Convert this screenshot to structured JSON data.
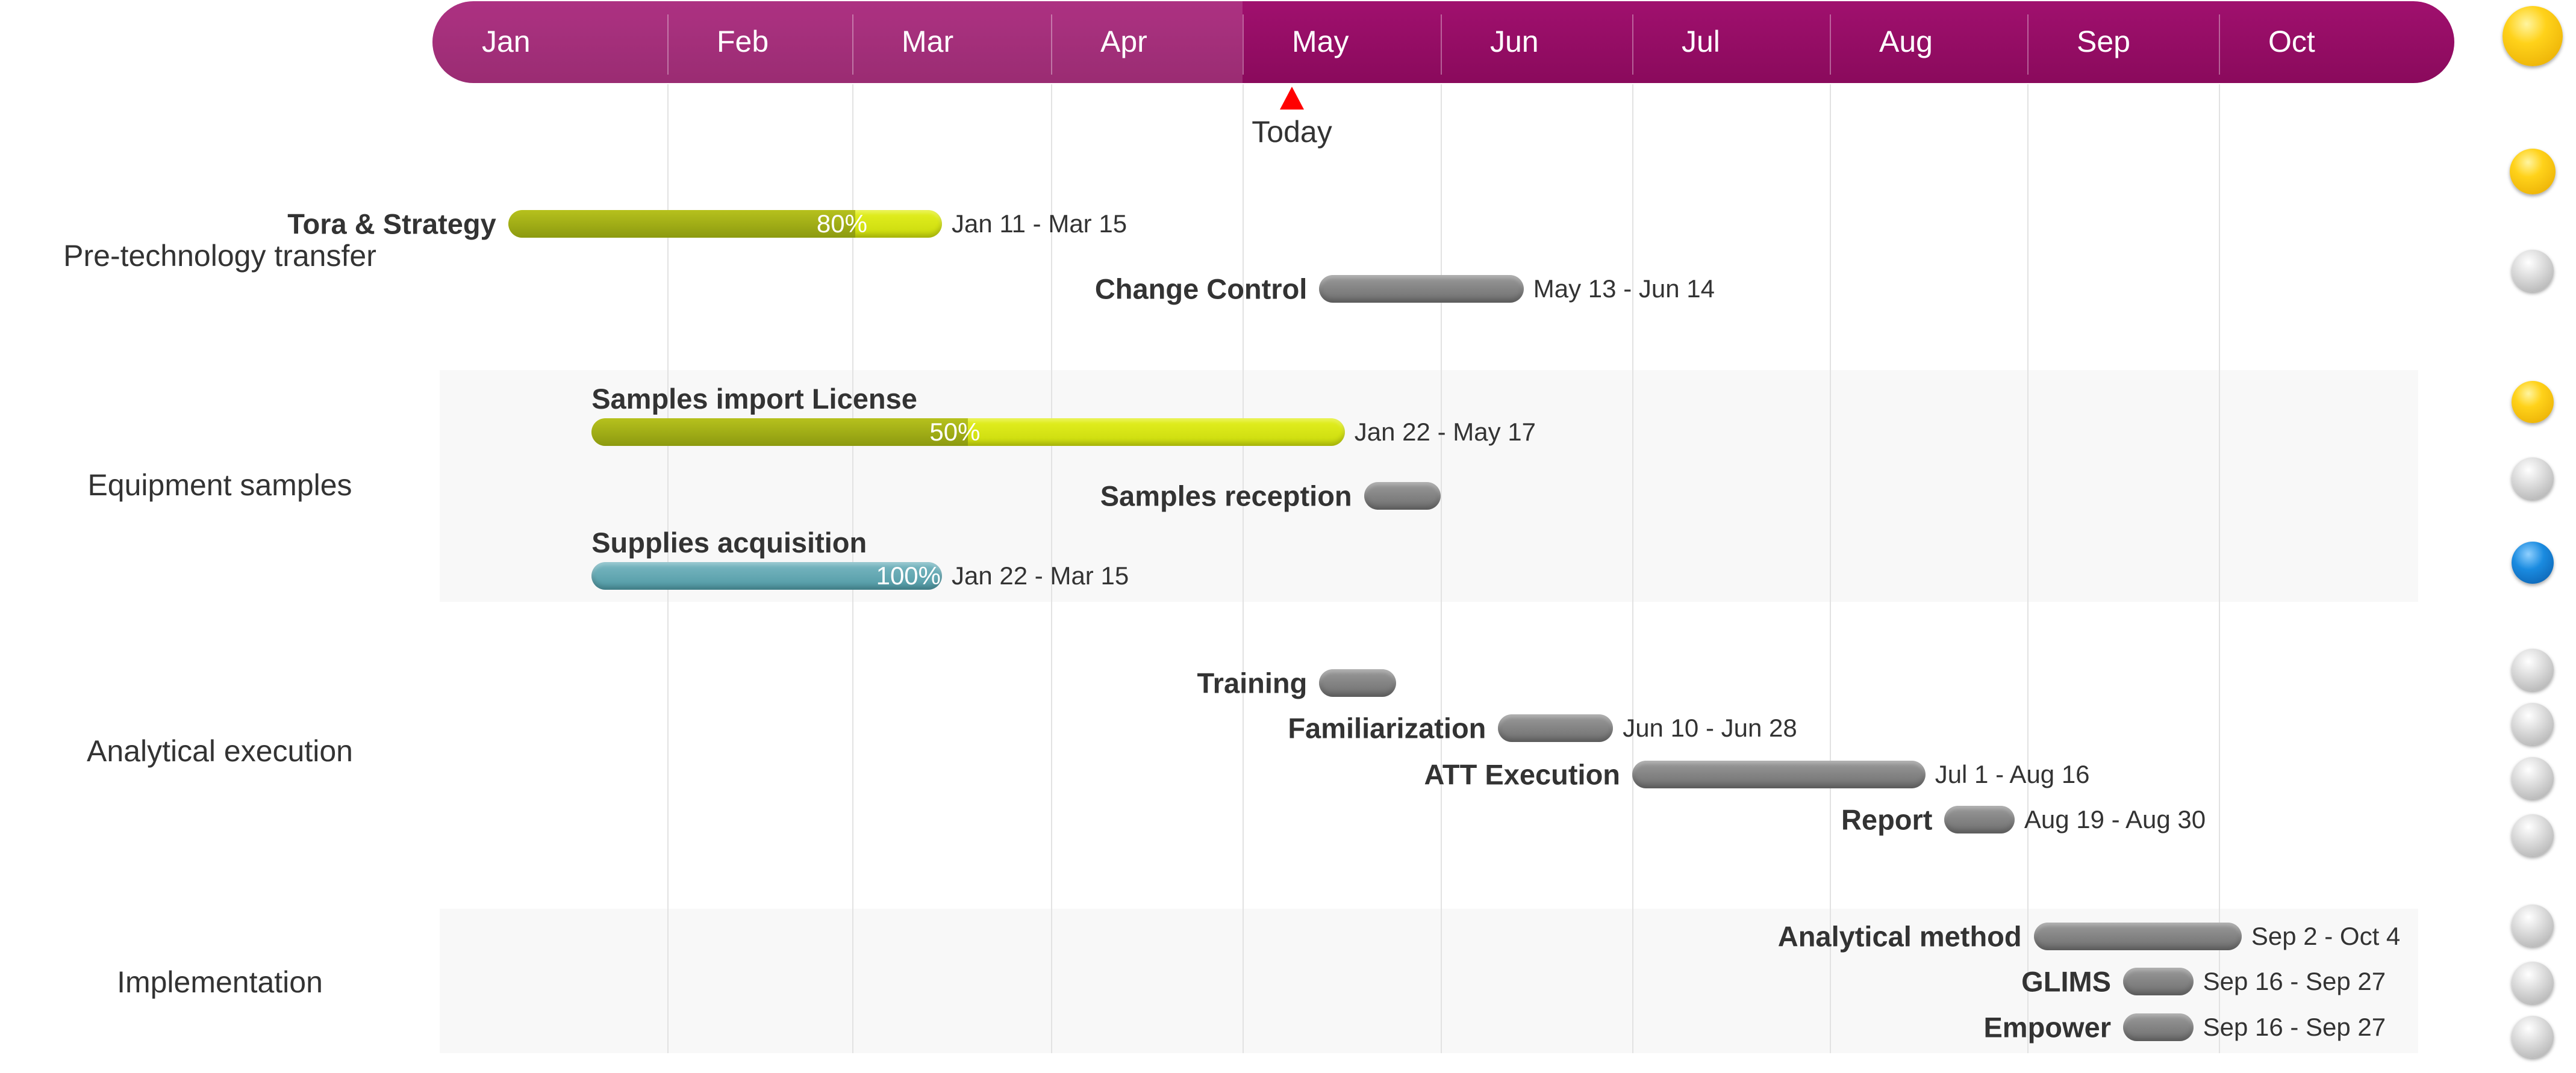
{
  "chart_data": {
    "type": "gantt",
    "months": [
      "Jan",
      "Feb",
      "Mar",
      "Apr",
      "May",
      "Jun",
      "Jul",
      "Aug",
      "Sep",
      "Oct"
    ],
    "today_label": "Today",
    "today_date": "May 1",
    "swimlanes": [
      {
        "name": "Pre-technology transfer",
        "shaded": false
      },
      {
        "name": "Equipment samples",
        "shaded": true
      },
      {
        "name": "Analytical execution",
        "shaded": false
      },
      {
        "name": "Implementation",
        "shaded": true
      }
    ],
    "tasks": [
      {
        "name": "Tora & Strategy",
        "lane": 0,
        "start": "Jan 11",
        "end": "Mar 15",
        "percent_label": "80%",
        "percent_complete": 80,
        "dates_label": "Jan 11 - Mar 15",
        "style": "green",
        "label_position": "left",
        "status": "yellow"
      },
      {
        "name": "Change Control",
        "lane": 0,
        "start": "May 13",
        "end": "Jun 14",
        "percent_label": "",
        "percent_complete": 0,
        "dates_label": "May 13 - Jun 14",
        "style": "grey",
        "label_position": "left",
        "status": "grey"
      },
      {
        "name": "Samples import License",
        "lane": 1,
        "start": "Jan 22",
        "end": "May 17",
        "percent_label": "50%",
        "percent_complete": 50,
        "dates_label": "Jan 22 - May 17",
        "style": "green",
        "label_position": "above",
        "status": "yellow"
      },
      {
        "name": "Samples reception",
        "lane": 1,
        "start": "May 20",
        "end": "Jun 1",
        "percent_label": "",
        "percent_complete": 0,
        "dates_label": "",
        "style": "grey",
        "label_position": "left",
        "status": "grey"
      },
      {
        "name": "Supplies acquisition",
        "lane": 1,
        "start": "Jan 22",
        "end": "Mar 15",
        "percent_label": "100%",
        "percent_complete": 100,
        "dates_label": "Jan 22 - Mar 15",
        "style": "teal",
        "label_position": "above",
        "status": "blue"
      },
      {
        "name": "Training",
        "lane": 2,
        "start": "May 13",
        "end": "May 25",
        "percent_label": "",
        "percent_complete": 0,
        "dates_label": "",
        "style": "grey",
        "label_position": "left",
        "status": "grey"
      },
      {
        "name": "Familiarization",
        "lane": 2,
        "start": "Jun 10",
        "end": "Jun 28",
        "percent_label": "",
        "percent_complete": 0,
        "dates_label": "Jun 10 - Jun 28",
        "style": "grey",
        "label_position": "left",
        "status": "grey"
      },
      {
        "name": "ATT Execution",
        "lane": 2,
        "start": "Jul 1",
        "end": "Aug 16",
        "percent_label": "",
        "percent_complete": 0,
        "dates_label": "Jul 1 - Aug 16",
        "style": "grey",
        "label_position": "left",
        "status": "grey"
      },
      {
        "name": "Report",
        "lane": 2,
        "start": "Aug 19",
        "end": "Aug 30",
        "percent_label": "",
        "percent_complete": 0,
        "dates_label": "Aug 19 - Aug 30",
        "style": "grey",
        "label_position": "left",
        "status": "grey"
      },
      {
        "name": "Analytical method",
        "lane": 3,
        "start": "Sep 2",
        "end": "Oct 4",
        "percent_label": "",
        "percent_complete": 0,
        "dates_label": "Sep 2 - Oct 4",
        "style": "grey",
        "label_position": "left",
        "status": "grey"
      },
      {
        "name": "GLIMS",
        "lane": 3,
        "start": "Sep 16",
        "end": "Sep 27",
        "percent_label": "",
        "percent_complete": 0,
        "dates_label": "Sep 16 - Sep 27",
        "style": "grey",
        "label_position": "left",
        "status": "grey"
      },
      {
        "name": "Empower",
        "lane": 3,
        "start": "Sep 16",
        "end": "Sep 27",
        "percent_label": "",
        "percent_complete": 0,
        "dates_label": "Sep 16 - Sep 27",
        "style": "grey",
        "label_position": "left",
        "status": "grey"
      }
    ],
    "header_status": "yellow",
    "colors": {
      "header": "#8e0b60",
      "today_marker": "#ff0000",
      "bar_grey": "#7d7d7d",
      "bar_green": "#c9d90c",
      "bar_green_done": "#9aa814",
      "bar_teal": "#5fa3ae",
      "status_yellow": "#ffcc00",
      "status_grey": "#c8c8c8",
      "status_blue": "#1a7fd6"
    }
  }
}
